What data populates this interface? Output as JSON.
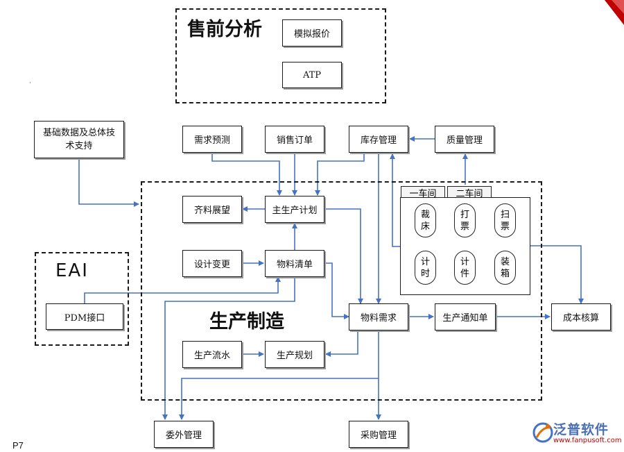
{
  "top_region": {
    "title": "售前分析",
    "boxes": [
      "模拟报价",
      "ATP"
    ]
  },
  "left": {
    "basic_data": "基础数据及总体技术支持",
    "eai_title": "EAI",
    "pdm": "PDM接口"
  },
  "top_row": {
    "demand_forecast": "需求预测",
    "sales_order": "销售订单",
    "inventory": "库存管理",
    "quality": "质量管理"
  },
  "main_region": {
    "title": "生产制造",
    "mps": "主生产计划",
    "kit": "齐料展望",
    "design_change": "设计变更",
    "bom": "物料清单",
    "material_req": "物料需求",
    "prod_notice": "生产通知单",
    "prod_flow": "生产流水",
    "prod_plan": "生产规划"
  },
  "workshop": {
    "tabs": [
      "一车间",
      "二车间"
    ],
    "stations": [
      "裁床",
      "打票",
      "扫票",
      "计时",
      "计件",
      "装箱"
    ]
  },
  "outside": {
    "cost": "成本核算",
    "outsource": "委外管理",
    "purchase": "采购管理"
  },
  "footer": {
    "page": "P7",
    "logo_text": "泛普软件",
    "logo_url": "www.fanpusoft.com"
  },
  "colors": {
    "arrow": "#4472c4",
    "brand_red": "#c00000"
  }
}
